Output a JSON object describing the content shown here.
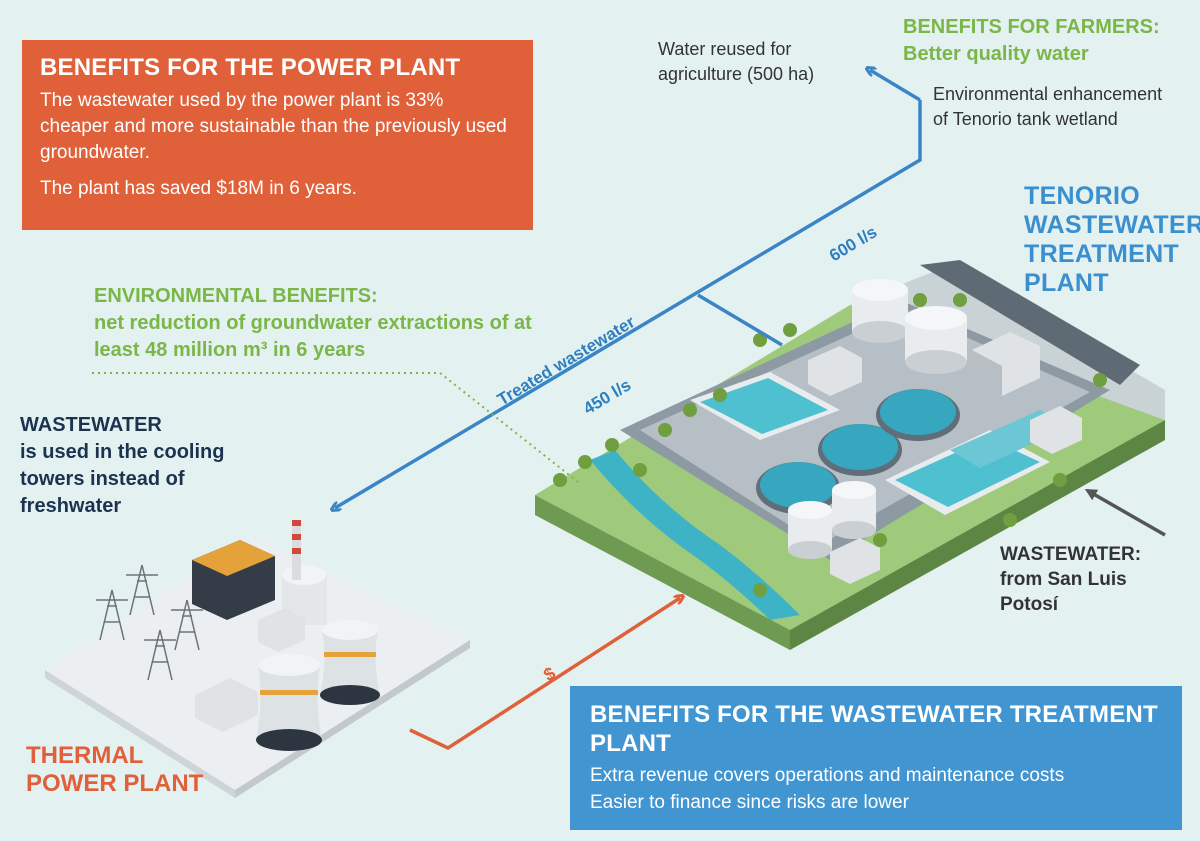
{
  "power_plant_benefits": {
    "title": "BENEFITS FOR THE POWER PLANT",
    "text1": "The wastewater used by the power plant is 33% cheaper and more sustainable than the previously used groundwater.",
    "text2": "The plant has saved $18M in 6 years."
  },
  "farmers": {
    "reuse_text": "Water reused for agriculture (500 ha)",
    "title_line1": "BENEFITS FOR FARMERS:",
    "title_line2": "Better quality water",
    "wetland_text": "Environmental enhancement of Tenorio tank wetland"
  },
  "treatment_plant_label": "TENORIO WASTEWATER TREATMENT PLANT",
  "environmental": {
    "title": "ENVIRONMENTAL BENEFITS:",
    "text": "net reduction of groundwater extractions of at least 48 million m³ in 6 years"
  },
  "flows": {
    "flow_600": "600 l/s",
    "treated": "Treated wastewater",
    "flow_450": "450 l/s",
    "money": "$"
  },
  "cooling": {
    "title": "WASTEWATER",
    "text": "is used in the cooling towers instead of freshwater"
  },
  "incoming": {
    "title": "WASTEWATER:",
    "text": "from San Luis Potosí"
  },
  "power_plant_label": "THERMAL POWER PLANT",
  "wwtp_benefits": {
    "title": "BENEFITS FOR THE WASTEWATER TREATMENT PLANT",
    "text1": "Extra revenue covers operations and maintenance costs",
    "text2": "Easier to finance since risks are lower"
  },
  "colors": {
    "background": "#e4f1f1",
    "orange": "#e0603a",
    "blue": "#4196d2",
    "green": "#7ab648",
    "navy": "#1c3350"
  }
}
